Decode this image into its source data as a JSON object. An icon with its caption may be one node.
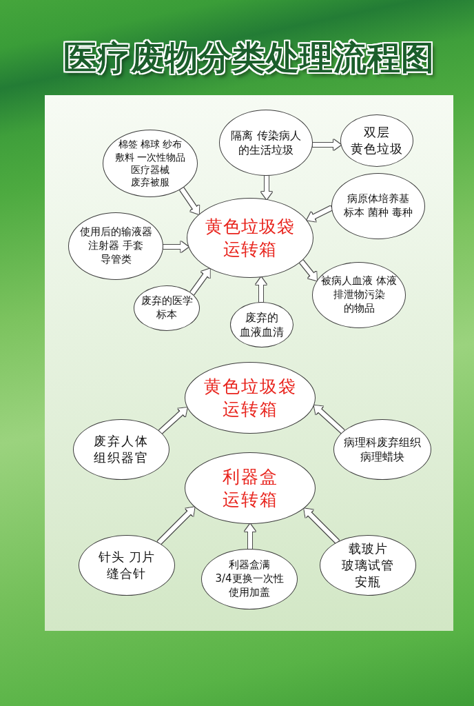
{
  "diagram": {
    "title": "医疗废物分类处理流程图",
    "nodes": [
      {
        "text": [
          "隔离 传染病人的生活垃圾"
        ]
      },
      {
        "text": [
          "双层黄色垃圾"
        ]
      },
      {
        "text": [
          "棉签 棉球 纱布敷料 一次性物品医疗器械废弃被服"
        ]
      },
      {
        "text": [
          "黄色垃圾袋运转箱"
        ]
      },
      {
        "text": [
          "病原体培养基标本 菌种 毒种"
        ]
      },
      {
        "text": [
          "使用后的输液器注射器 手套导管类"
        ]
      },
      {
        "text": [
          "废弃的医学标本"
        ]
      },
      {
        "text": [
          "废弃的血液血清"
        ]
      },
      {
        "text": [
          "被病人血液 体液排泄物污染的物品"
        ]
      },
      {
        "text": [
          "黄色垃圾袋运转箱"
        ]
      },
      {
        "text": [
          "废弃人体组织器官"
        ]
      },
      {
        "text": [
          "病理科废弃组织病理蜡块"
        ]
      },
      {
        "text": [
          "利器盒运转箱"
        ]
      },
      {
        "text": [
          "针头 刀片缝合针"
        ]
      },
      {
        "text": [
          "利器盒满3/4更换一次性使用加盖"
        ]
      },
      {
        "text": [
          "载玻片玻璃试管安瓶"
        ]
      }
    ],
    "edges": [
      {
        "from": 0,
        "to": 1,
        "arrow": "to"
      },
      {
        "from": 0,
        "to": 3,
        "arrow": "to"
      },
      {
        "from": 2,
        "to": 3,
        "arrow": "to"
      },
      {
        "from": 4,
        "to": 3,
        "arrow": "to"
      },
      {
        "from": 5,
        "to": 3,
        "arrow": "to"
      },
      {
        "from": 6,
        "to": 3,
        "arrow": "to"
      },
      {
        "from": 7,
        "to": 3,
        "arrow": "to"
      },
      {
        "from": 3,
        "to": 8,
        "arrow": "to"
      },
      {
        "from": 10,
        "to": 9,
        "arrow": "to"
      },
      {
        "from": 11,
        "to": 9,
        "arrow": "to"
      },
      {
        "from": 13,
        "to": 12,
        "arrow": "to"
      },
      {
        "from": 14,
        "to": 12,
        "arrow": "to"
      },
      {
        "from": 15,
        "to": 12,
        "arrow": "to"
      }
    ]
  }
}
